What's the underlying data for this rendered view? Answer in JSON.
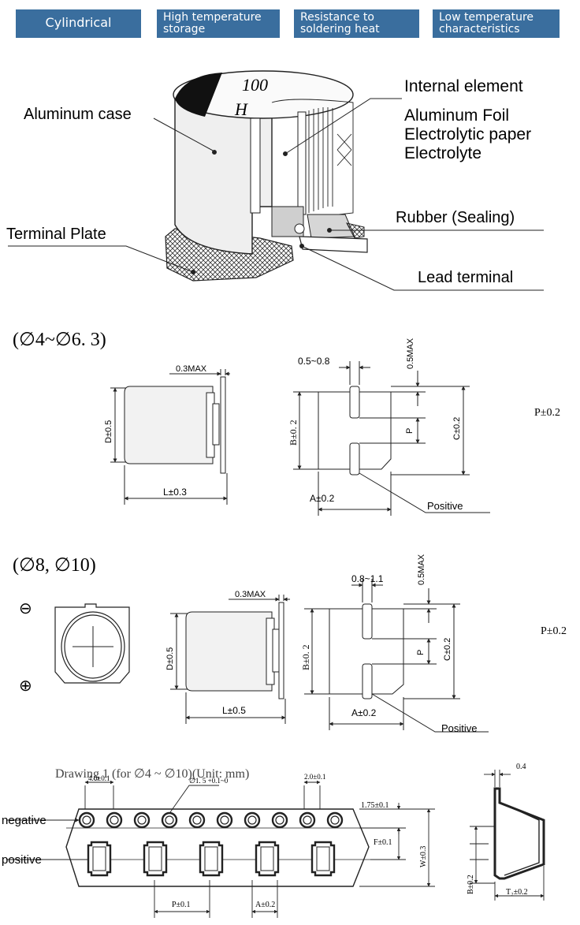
{
  "tabs": [
    {
      "label": "Cylindrical"
    },
    {
      "label_line1": "High temperature",
      "label_line2": "storage"
    },
    {
      "label_line1": "Resistance to",
      "label_line2": "soldering heat"
    },
    {
      "label_line1": "Low temperature",
      "label_line2": "characteristics"
    }
  ],
  "cutaway": {
    "marking_value": "100",
    "marking_letter": "H",
    "aluminum_case": "Aluminum case",
    "internal_element": "Internal element",
    "aluminum_foil": "Aluminum Foil",
    "electrolytic_paper": "Electrolytic paper",
    "electrolyte": "Electrolyte",
    "rubber_sealing": "Rubber (Sealing)",
    "terminal_plate": "Terminal Plate",
    "lead_terminal": "Lead terminal"
  },
  "section1": {
    "title": "(∅4~∅6. 3)",
    "dim_03max": "0.3MAX",
    "dim_d": "D±0.5",
    "dim_l": "L±0.3",
    "dim_05_08": "0.5~0.8",
    "dim_05max": "0.5MAX",
    "dim_b": "B±0. 2",
    "dim_c": "C±0.2",
    "dim_p": "P",
    "dim_a": "A±0.2",
    "positive": "Positive",
    "p_tol": "P±0.2"
  },
  "section2": {
    "title": "(∅8, ∅10)",
    "minus": "⊖",
    "plus": "⊕",
    "dim_03max": "0.3MAX",
    "dim_d": "D±0.5",
    "dim_l": "L±0.5",
    "dim_08_11": "0.8~1.1",
    "dim_05max": "0.5MAX",
    "dim_b": "B±0. 2",
    "dim_c": "C±0.2",
    "dim_p": "P",
    "dim_a": "A±0.2",
    "positive": "Positive",
    "p_tol": "P±0.2"
  },
  "tape": {
    "title": "Drawing 1 (for ∅4 ~ ∅10)(Unit: mm)",
    "pitch_top_left": "4.0±0.1",
    "hole_dia": "∅1. 5 +0.1~0",
    "pitch_top_right": "2.0±0.1",
    "dim_175": "1.75±0.1",
    "dim_f": "F±0.1",
    "dim_w": "W±0.3",
    "negative": "negative",
    "positive": "positive",
    "dim_p": "P±0.1",
    "dim_a": "A±0.2",
    "dim_04": "0.4",
    "dim_b": "B±0.2",
    "dim_t2": "T₂±0.2"
  }
}
